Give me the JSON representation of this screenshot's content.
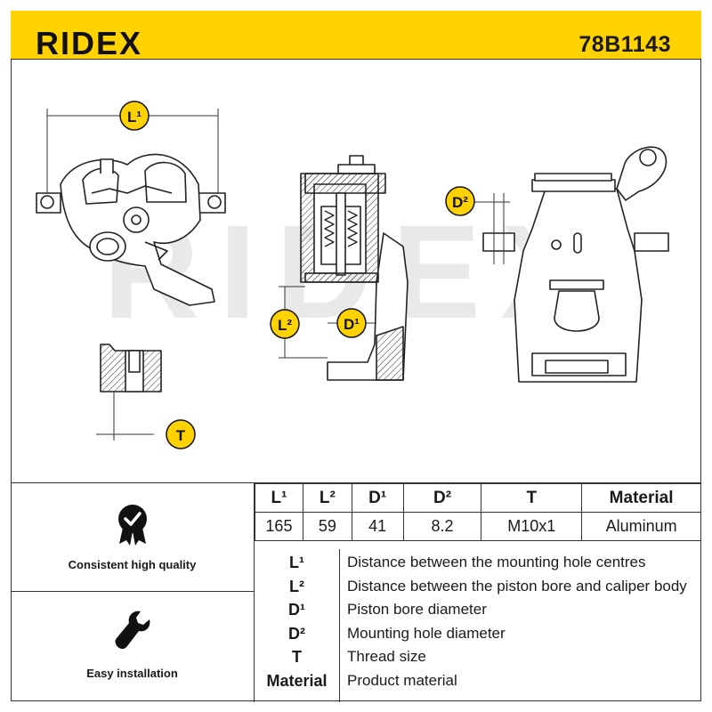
{
  "header": {
    "brand": "RIDEX",
    "part_number": "78B1143"
  },
  "drawing": {
    "watermark": "RIDEX",
    "labels": {
      "l1": "L¹",
      "l2": "L²",
      "d1": "D¹",
      "d2": "D²",
      "t": "T"
    }
  },
  "features": [
    {
      "label": "Consistent high quality",
      "icon": "quality-badge-icon"
    },
    {
      "label": "Easy installation",
      "icon": "wrench-icon"
    }
  ],
  "spec_table": {
    "headers": [
      "L¹",
      "L²",
      "D¹",
      "D²",
      "T",
      "Material"
    ],
    "values": [
      "165",
      "59",
      "41",
      "8.2",
      "M10x1",
      "Aluminum"
    ]
  },
  "legend": [
    {
      "key": "L¹",
      "desc": "Distance between the mounting hole centres"
    },
    {
      "key": "L²",
      "desc": "Distance between the piston bore and caliper body"
    },
    {
      "key": "D¹",
      "desc": "Piston bore diameter"
    },
    {
      "key": "D²",
      "desc": "Mounting hole diameter"
    },
    {
      "key": "T",
      "desc": "Thread size"
    },
    {
      "key": "Material",
      "desc": "Product material"
    }
  ],
  "colors": {
    "brand_yellow": "#ffd200",
    "ink": "#1a1a1a",
    "watermark": "#e6e6e6"
  }
}
